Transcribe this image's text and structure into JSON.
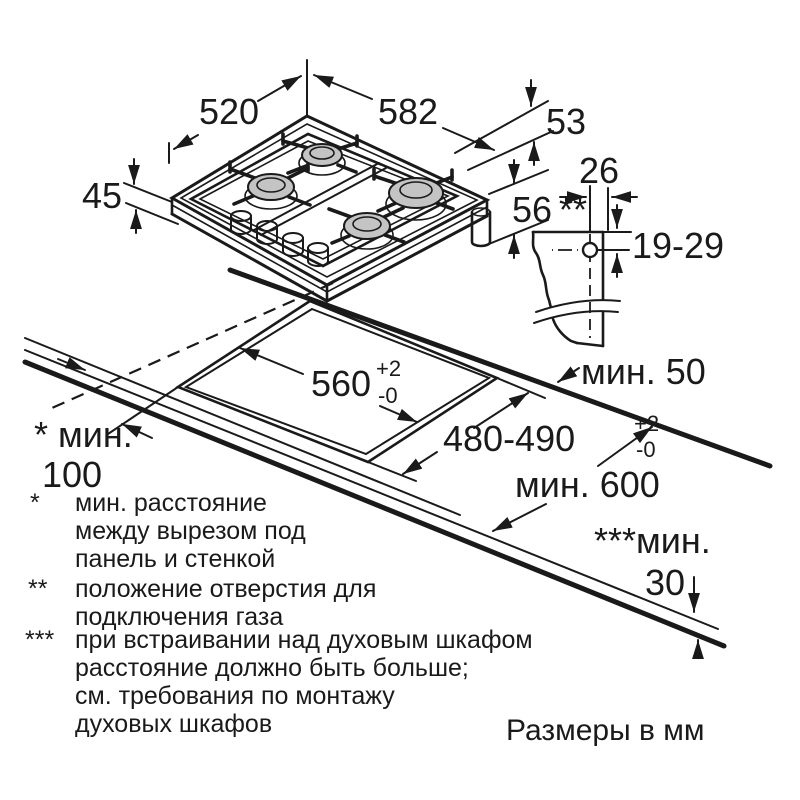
{
  "units_note": "Размеры в мм",
  "colors": {
    "line": "#1a1a1a",
    "burner_fill": "#c4c4c4",
    "background": "#ffffff"
  },
  "dims": {
    "hob_depth": {
      "value": "520"
    },
    "hob_width": {
      "value": "582"
    },
    "gas_offset_side": {
      "value": "53"
    },
    "hob_height": {
      "value": "45"
    },
    "depth_below_top": {
      "value": "56"
    },
    "hole_offset": {
      "value": "26"
    },
    "hole_position": {
      "marker": "**",
      "value": "19-29"
    },
    "min_rear": {
      "value": "мин. 50"
    },
    "cutout_width": {
      "value": "560",
      "tol_plus": "+2",
      "tol_minus": "-0"
    },
    "cutout_depth": {
      "value": "480-490",
      "tol_plus": "+2",
      "tol_minus": "-0"
    },
    "min_side": {
      "line1": "* мин.",
      "line2": "100"
    },
    "min_worktop": {
      "value": "мин. 600"
    },
    "min_below": {
      "line1": "***мин.",
      "line2": "30"
    }
  },
  "footnotes": [
    {
      "marker": "*",
      "lines": [
        "мин. расстояние",
        "между вырезом под",
        "панель и стенкой"
      ]
    },
    {
      "marker": "**",
      "lines": [
        "положение отверстия для",
        "подключения газа"
      ]
    },
    {
      "marker": "***",
      "lines": [
        "при встраивании над духовым шкафом",
        "расстояние должно быть больше;",
        "см. требования по монтажу",
        "духовых шкафов"
      ]
    }
  ]
}
